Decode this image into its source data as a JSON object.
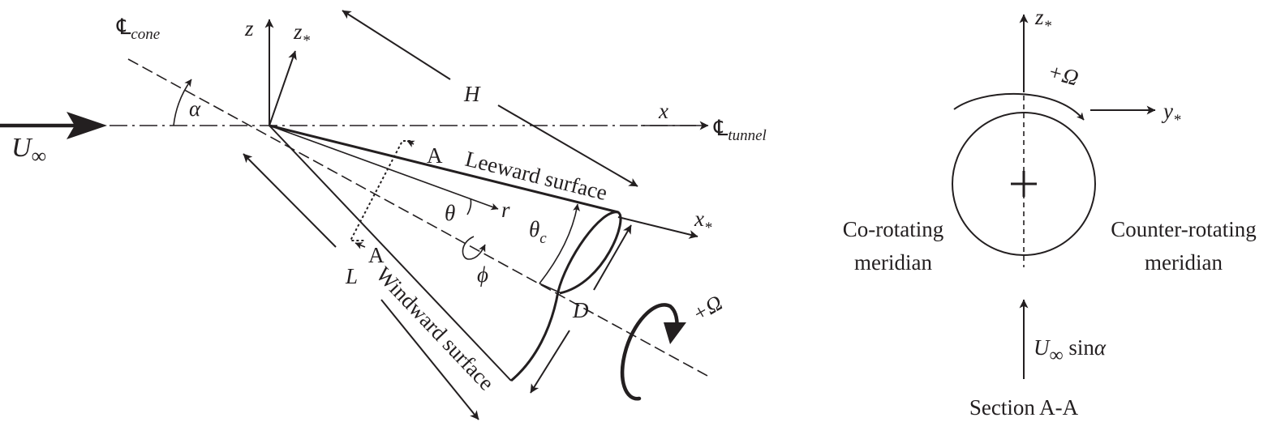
{
  "left_diagram": {
    "cone_centerline_label": "℄",
    "cone_centerline_sub": "cone",
    "z_axis": "z",
    "z_star_axis": "z",
    "z_star_sub": "*",
    "freestream": "U",
    "freestream_sub": "∞",
    "alpha": "α",
    "H": "H",
    "x_axis": "x",
    "tunnel_centerline_label": "℄",
    "tunnel_centerline_sub": "tunnel",
    "section_marker_top": "A",
    "section_marker_bottom": "A",
    "leeward": "Leeward surface",
    "windward": "Windward surface",
    "theta": "θ",
    "r": "r",
    "theta_c": "θ",
    "theta_c_sub": "c",
    "phi": "ϕ",
    "L": "L",
    "D": "D",
    "x_star_axis": "x",
    "x_star_sub": "*",
    "omega": "+Ω"
  },
  "section_diagram": {
    "z_star_axis": "z",
    "z_star_sub": "*",
    "omega": "+Ω",
    "y_star_axis": "y",
    "y_star_sub": "*",
    "co_rotating_line1": "Co-rotating",
    "co_rotating_line2": "meridian",
    "counter_rotating_line1": "Counter-rotating",
    "counter_rotating_line2": "meridian",
    "freestream": "U",
    "freestream_sub": "∞",
    "freestream_suffix": " sin",
    "freestream_alpha": "α",
    "title": "Section A-A"
  }
}
